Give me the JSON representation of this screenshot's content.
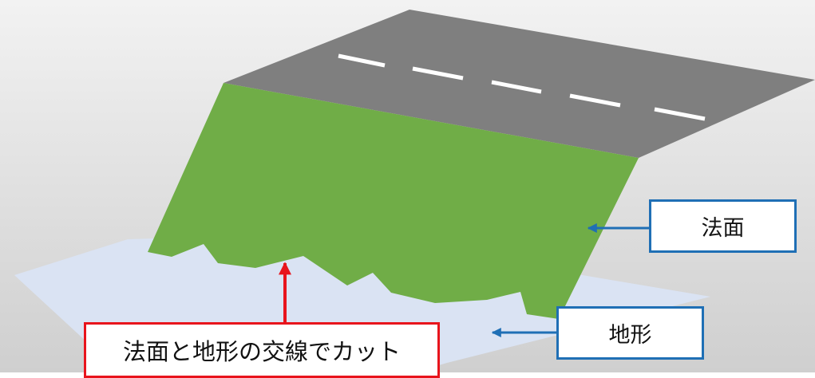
{
  "labels": {
    "slope": "法面",
    "terrain": "地形",
    "cut_note": "法面と地形の交線でカット"
  },
  "colors": {
    "background_top": "#f2f2f2",
    "background_bottom": "#cfcfcf",
    "road": "#7f7f7f",
    "lane_marking": "#ffffff",
    "slope": "#70ad47",
    "terrain": "#dae3f3",
    "blue_callout": "#1f6fb5",
    "red_callout": "#e8141c"
  }
}
